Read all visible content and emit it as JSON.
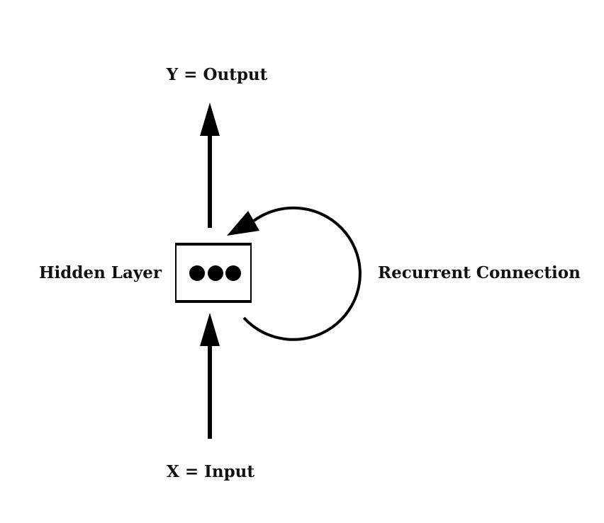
{
  "labels": {
    "output": "Y = Output",
    "hidden": "Hidden Layer",
    "recurrent": "Recurrent Connection",
    "input": "X = Input"
  },
  "colors": {
    "ink": "#000000",
    "background": "#ffffff"
  }
}
